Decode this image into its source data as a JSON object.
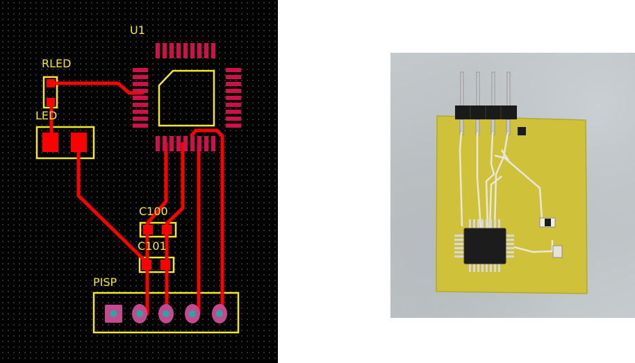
{
  "pcb": {
    "labels": {
      "u1": "U1",
      "rled": "RLED",
      "led": "LED",
      "c100": "C100",
      "c101": "C101",
      "pisp": "PISP"
    },
    "colors": {
      "background": "#000000",
      "copper": "#ff0000",
      "pad": "#d0104a",
      "silkscreen": "#f5ea2a",
      "via": "#27a8a2"
    }
  },
  "photo": {
    "colors": {
      "substrate": "#cfc23a",
      "trace": "#e9e6dc",
      "chip": "#1c1c1c",
      "header": "#1a1a1a"
    }
  }
}
